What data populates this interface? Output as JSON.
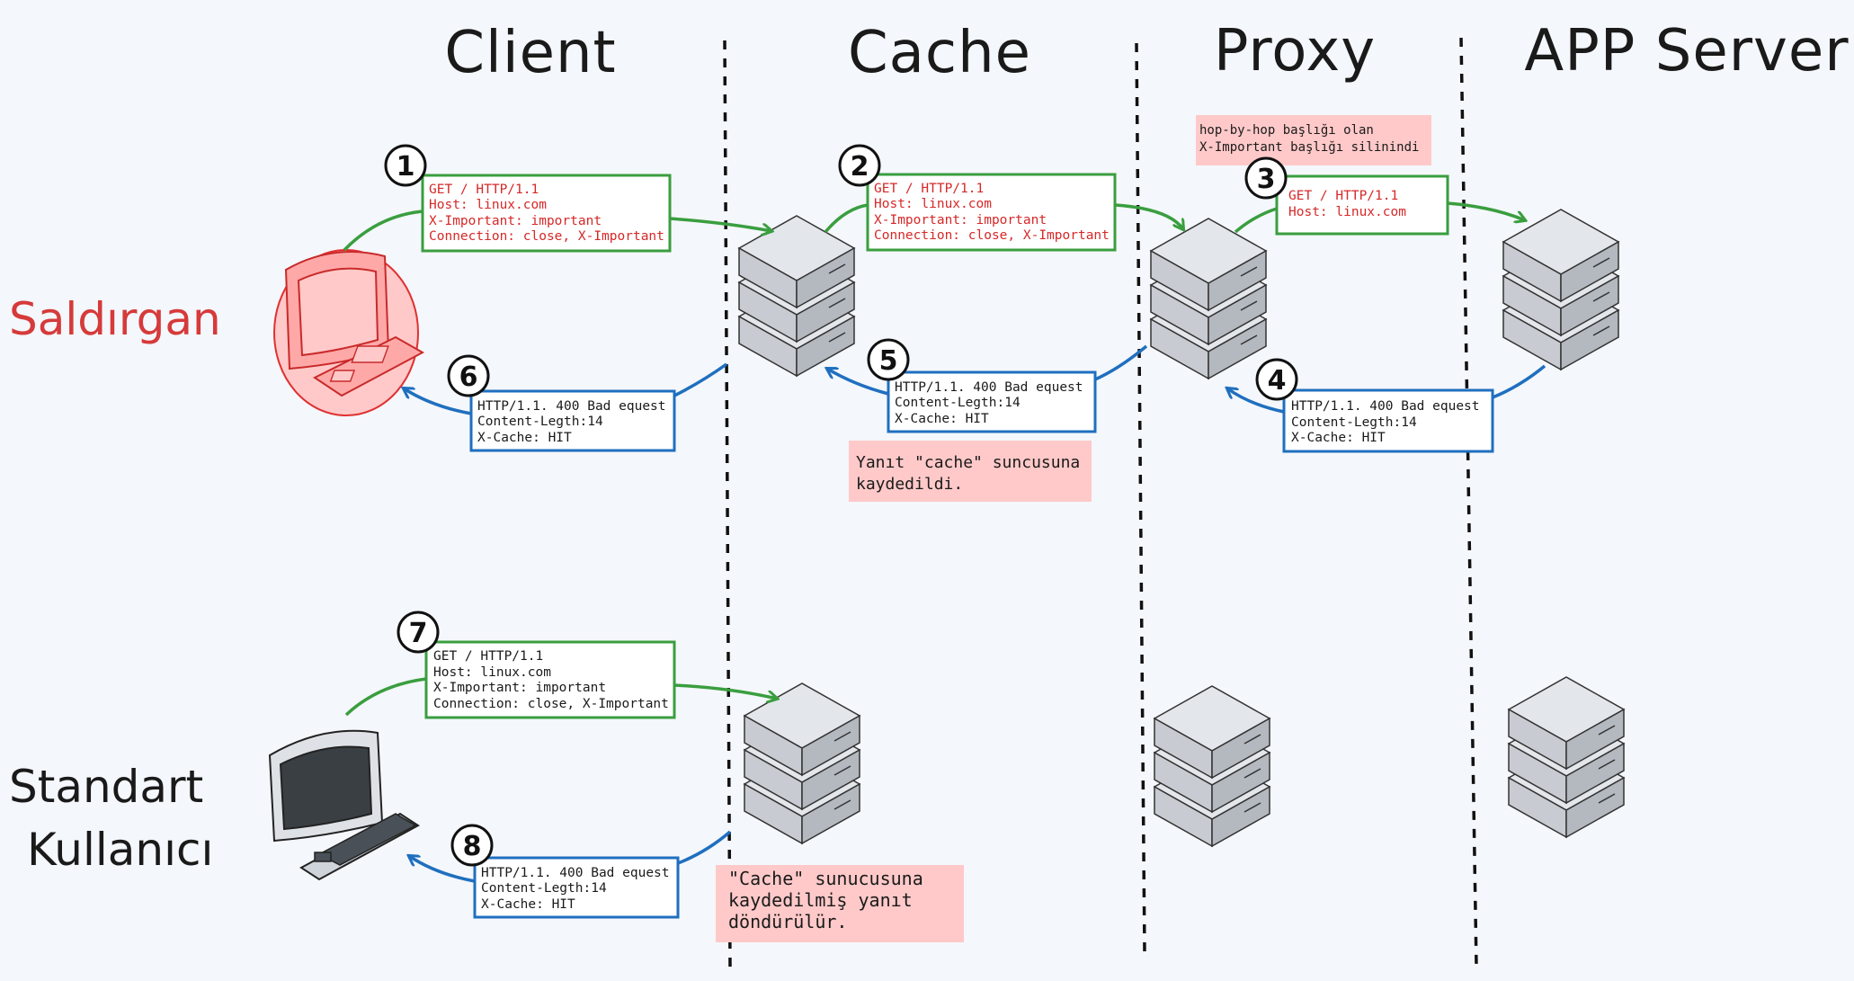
{
  "columns": {
    "client": "Client",
    "cache": "Cache",
    "proxy": "Proxy",
    "app_server": "APP Server"
  },
  "actors": {
    "attacker": "Saldırgan",
    "standard_user_line1": "Standart",
    "standard_user_line2": "Kullanıcı"
  },
  "steps": {
    "s1": "1",
    "s2": "2",
    "s3": "3",
    "s4": "4",
    "s5": "5",
    "s6": "6",
    "s7": "7",
    "s8": "8"
  },
  "messages": {
    "m1": [
      "GET /  HTTP/1.1",
      "Host: linux.com",
      "X-Important: important",
      "Connection: close, X-Important"
    ],
    "m2": [
      "GET /  HTTP/1.1",
      "Host: linux.com",
      "X-Important: important",
      "Connection: close, X-Important"
    ],
    "m3": [
      "GET /  HTTP/1.1",
      "Host: linux.com"
    ],
    "m4": [
      "HTTP/1.1. 400 Bad equest",
      "Content-Legth:14",
      "X-Cache: HIT"
    ],
    "m5": [
      "HTTP/1.1. 400 Bad equest",
      "Content-Legth:14",
      "X-Cache: HIT"
    ],
    "m6": [
      "HTTP/1.1. 400 Bad equest",
      "Content-Legth:14",
      "X-Cache: HIT"
    ],
    "m7": [
      "GET /  HTTP/1.1",
      "Host: linux.com",
      "X-Important: important",
      "Connection: close, X-Important"
    ],
    "m8": [
      "HTTP/1.1. 400 Bad equest",
      "Content-Legth:14",
      "X-Cache: HIT"
    ]
  },
  "notes": {
    "hop_by_hop": [
      "hop-by-hop başlığı olan",
      "X-Important başlığı silinindi"
    ],
    "cached": [
      "Yanıt \"cache\" suncusuna",
      "kaydedildi."
    ],
    "returned": [
      "\"Cache\" sunucusuna",
      "kaydedilmiş yanıt",
      "döndürülür."
    ]
  },
  "colors": {
    "request_arrow": "#3a9e3f",
    "response_arrow": "#1f6fbf",
    "attacker_text": "#d63a3a",
    "request_text_attacker": "#d62828",
    "note_bg": "#ffc9c9",
    "server_fill": "#ced4da"
  }
}
